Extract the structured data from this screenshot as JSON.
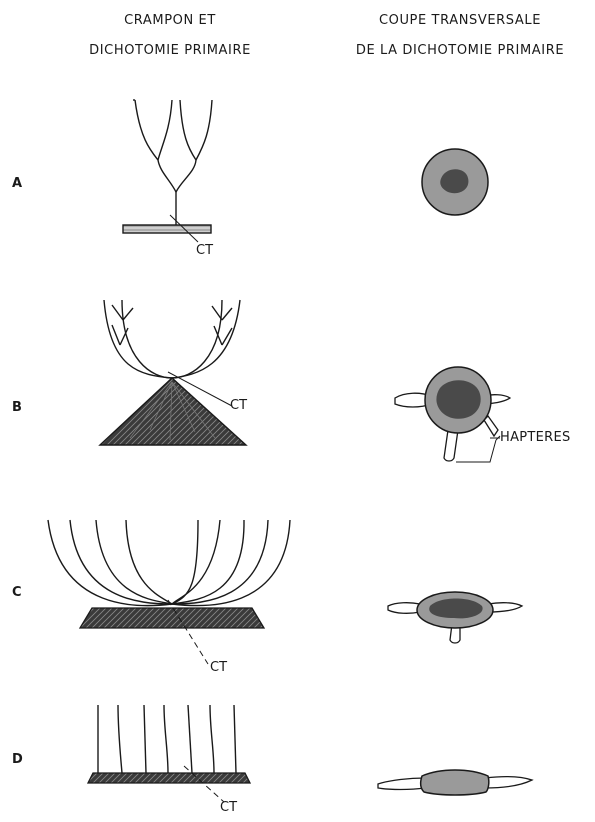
{
  "headers": {
    "left_line1": "CRAMPON ET",
    "left_line2": "DICHOTOMIE PRIMAIRE",
    "right_line1": "COUPE TRANSVERSALE",
    "right_line2": "DE LA DICHOTOMIE PRIMAIRE"
  },
  "rows": [
    {
      "label": "A",
      "ct_label": "CT"
    },
    {
      "label": "B",
      "ct_label": "CT"
    },
    {
      "label": "C",
      "ct_label": "CT"
    },
    {
      "label": "D",
      "ct_label": "CT"
    }
  ],
  "annotations": {
    "hapteres": "HAPTERES"
  },
  "colors": {
    "line": "#1a1a1a",
    "cross_outer": "#9a9a9a",
    "cross_inner": "#4a4a4a",
    "crampon_fill": "#3a3a3a",
    "base_fill": "#bdbdbd"
  }
}
